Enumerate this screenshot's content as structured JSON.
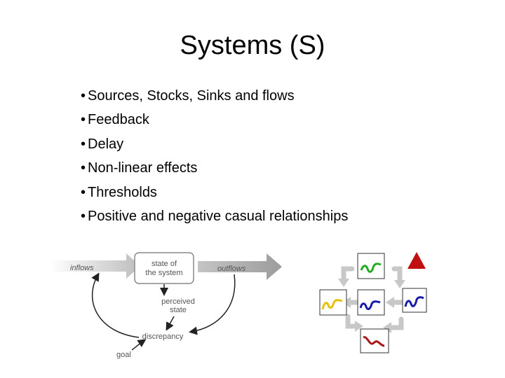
{
  "slide": {
    "title": "Systems (S)",
    "bullet_marker": "•",
    "bullets": [
      "Sources, Stocks, Sinks and flows",
      "Feedback",
      "Delay",
      "Non-linear effects",
      "Thresholds",
      "Positive and negative casual relationships"
    ]
  },
  "diagram": {
    "inflows": "inflows",
    "outflows": "outflows",
    "state_line1": "state of",
    "state_line2": "the system",
    "perceived_line1": "perceived",
    "perceived_line2": "state",
    "discrepancy": "discrepancy",
    "goal": "goal"
  },
  "colors": {
    "arrow_gray": "#c8c8c8",
    "green": "#22aa22",
    "blue": "#1a1aaa",
    "yellow": "#e8c000",
    "red": "#aa1a1a",
    "triangle_red": "#c01010"
  }
}
